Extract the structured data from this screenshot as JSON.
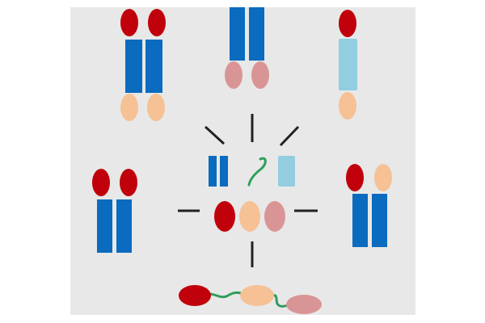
{
  "colors": {
    "background": "#e8e8e8",
    "dark_blue": "#0b6bbf",
    "light_blue": "#92cde0",
    "red": "#c0000a",
    "peach": "#f6c195",
    "pink": "#d99595",
    "green_linker": "#2e9e5b",
    "line": "#222222"
  },
  "constructs": [
    {
      "id": "construct-top-left",
      "description_parts": [
        "red-head",
        "red-head",
        "dark-blue-bar",
        "dark-blue-bar",
        "peach-foot",
        "peach-foot"
      ]
    },
    {
      "id": "construct-top-middle",
      "description_parts": [
        "dark-blue-bar",
        "dark-blue-bar",
        "pink-foot",
        "pink-foot"
      ]
    },
    {
      "id": "construct-top-right",
      "description_parts": [
        "red-head",
        "light-blue-bar",
        "peach-foot"
      ]
    },
    {
      "id": "construct-left",
      "description_parts": [
        "red-head",
        "red-head",
        "dark-blue-bar",
        "dark-blue-bar"
      ]
    },
    {
      "id": "construct-right",
      "description_parts": [
        "red-head",
        "peach-head",
        "dark-blue-bar",
        "dark-blue-bar"
      ]
    },
    {
      "id": "construct-bottom-chain",
      "description_parts": [
        "red-oval",
        "green-linker",
        "peach-oval",
        "green-linker",
        "pink-oval"
      ]
    }
  ],
  "center_parts": [
    "dark-blue-pair",
    "green-linker",
    "light-blue-bar",
    "red-oval",
    "peach-oval",
    "pink-oval"
  ]
}
